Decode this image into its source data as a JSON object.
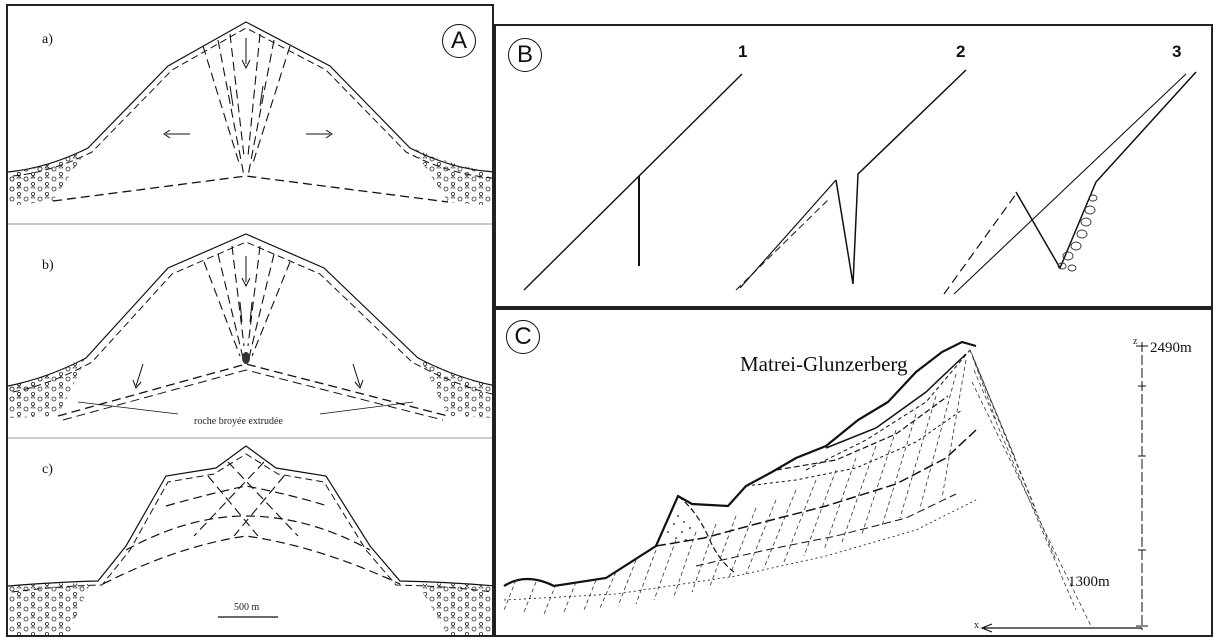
{
  "panel_a": {
    "badge": "A",
    "sub_a": "a)",
    "sub_b": "b)",
    "sub_c": "c)",
    "annotation": "roche broyée extrudée",
    "scale": "500 m"
  },
  "panel_b": {
    "badge": "B",
    "stages": [
      "1",
      "2",
      "3"
    ]
  },
  "panel_c": {
    "badge": "C",
    "title": "Matrei-Glunzerberg",
    "z_label": "z",
    "x_label": "x",
    "top_elevation": "2490m",
    "bottom_elevation": "1300m"
  }
}
